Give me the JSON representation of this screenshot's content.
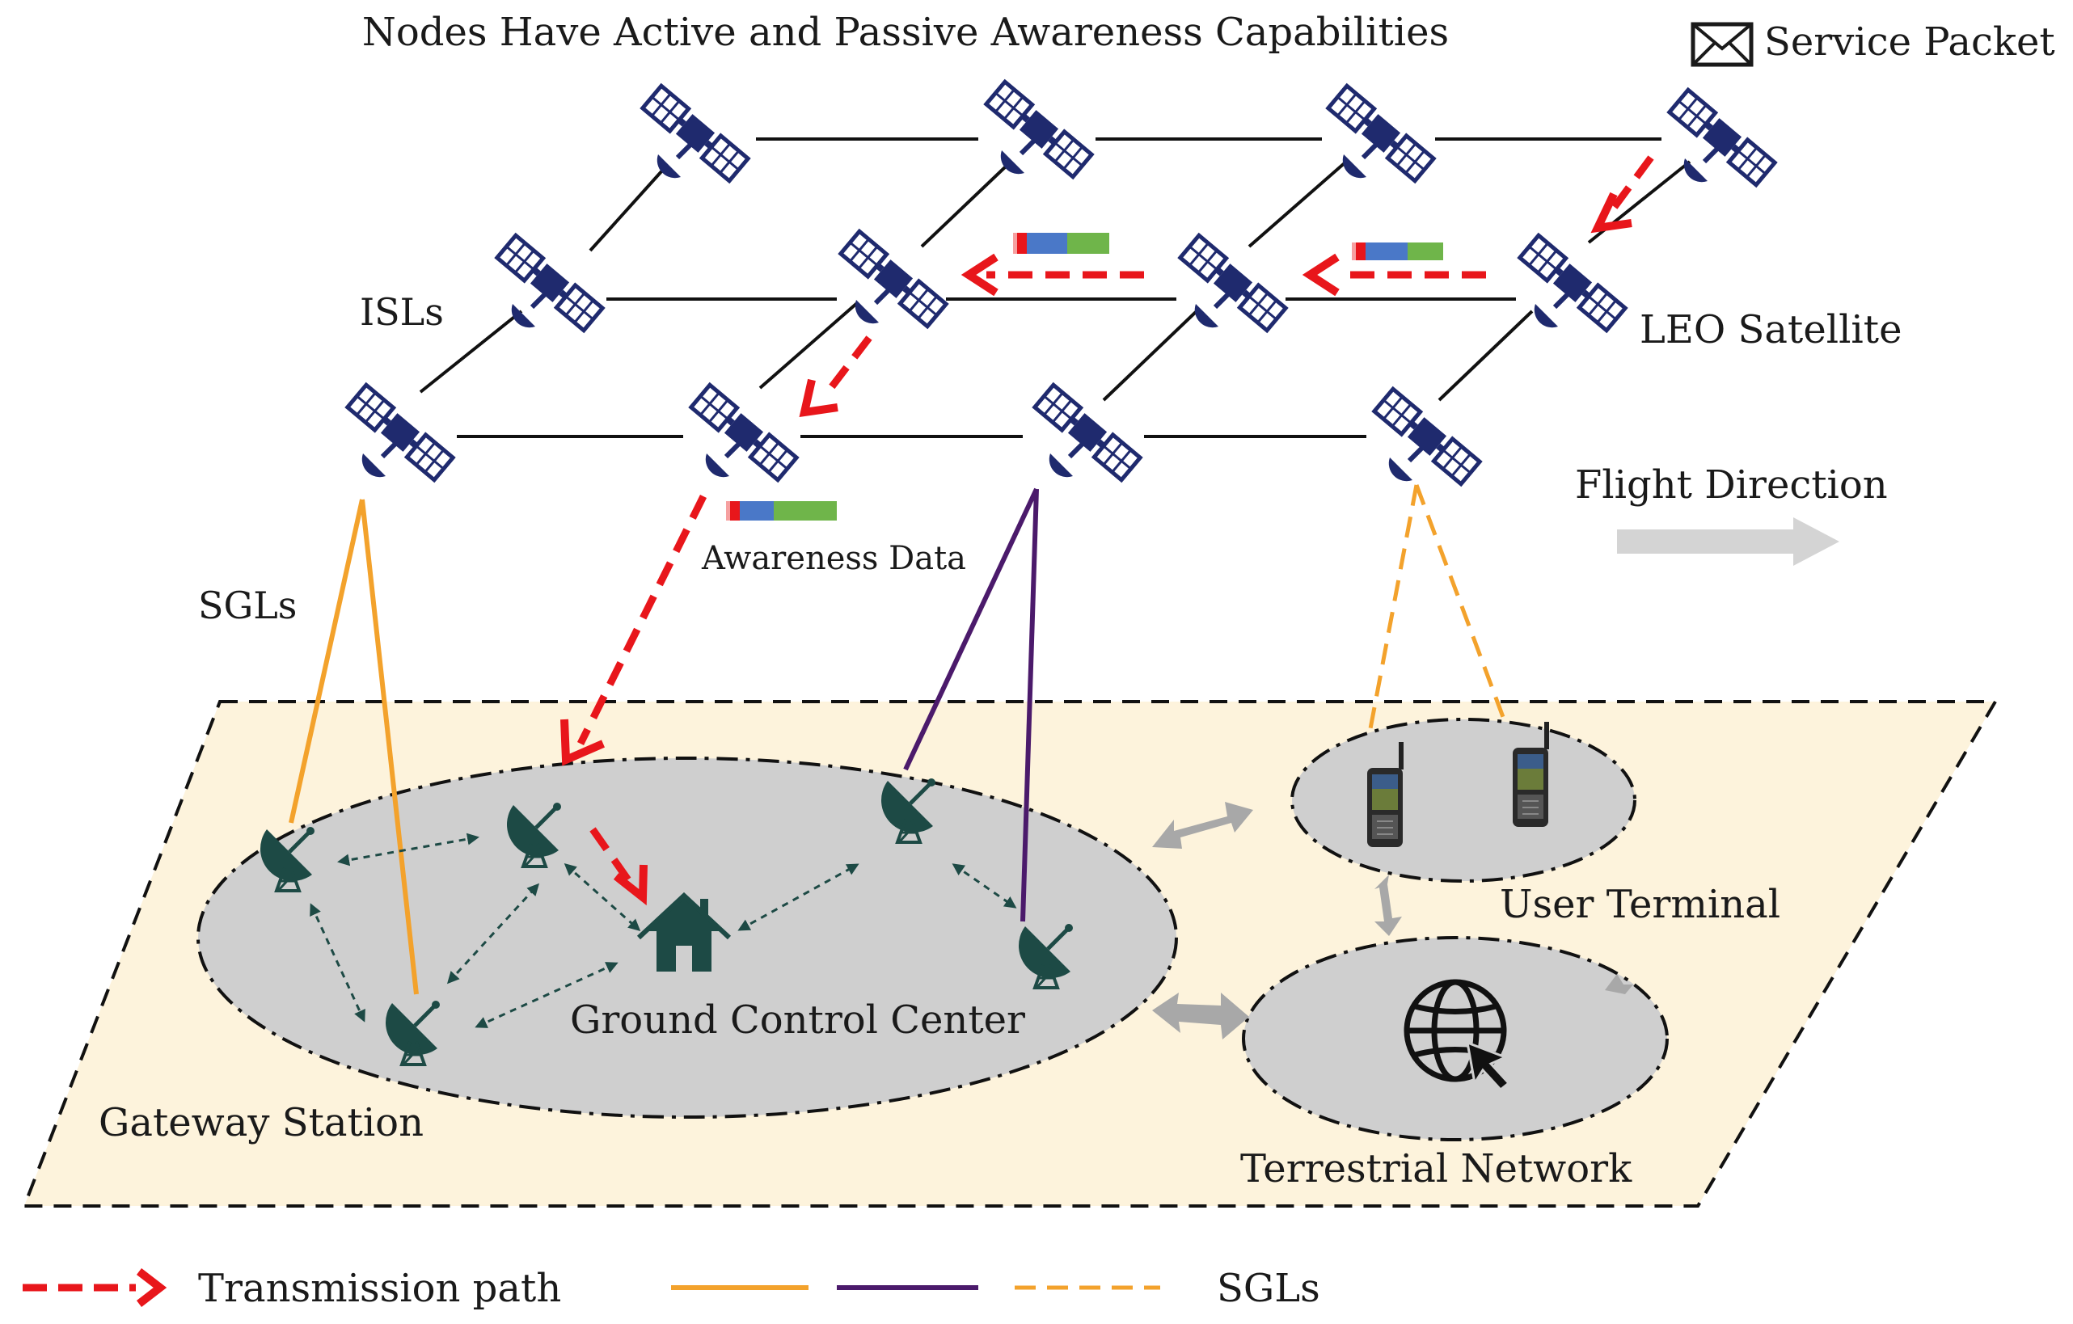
{
  "title": "Nodes Have Active and Passive Awareness Capabilities",
  "legend_top": {
    "service_packet": "Service Packet"
  },
  "labels": {
    "isls": "ISLs",
    "leo_satellite": "LEO Satellite",
    "flight_direction": "Flight Direction",
    "sgls_left": "SGLs",
    "awareness_data": "Awareness Data",
    "user_terminal": "User Terminal",
    "ground_control_center": "Ground Control Center",
    "gateway_station": "Gateway Station",
    "terrestrial_network": "Terrestrial Network"
  },
  "legend_bottom": {
    "transmission_path": "Transmission path",
    "sgls": "SGLs"
  },
  "colors": {
    "satellite": "#1f2a6e",
    "ground_station": "#1d4a45",
    "transmission": "#e8161b",
    "sgl_orange": "#f3a22c",
    "sgl_purple": "#4b1a6b",
    "ground_plane": "#fdf3dc",
    "ellipse": "#cfcfcf",
    "packet_red": "#e8161b",
    "packet_blue": "#4a78c8",
    "packet_green": "#6fb54a"
  },
  "icons": [
    "satellite-icon",
    "ground-station-icon",
    "house-icon",
    "handheld-terminal-icon",
    "globe-cursor-icon",
    "envelope-icon"
  ]
}
